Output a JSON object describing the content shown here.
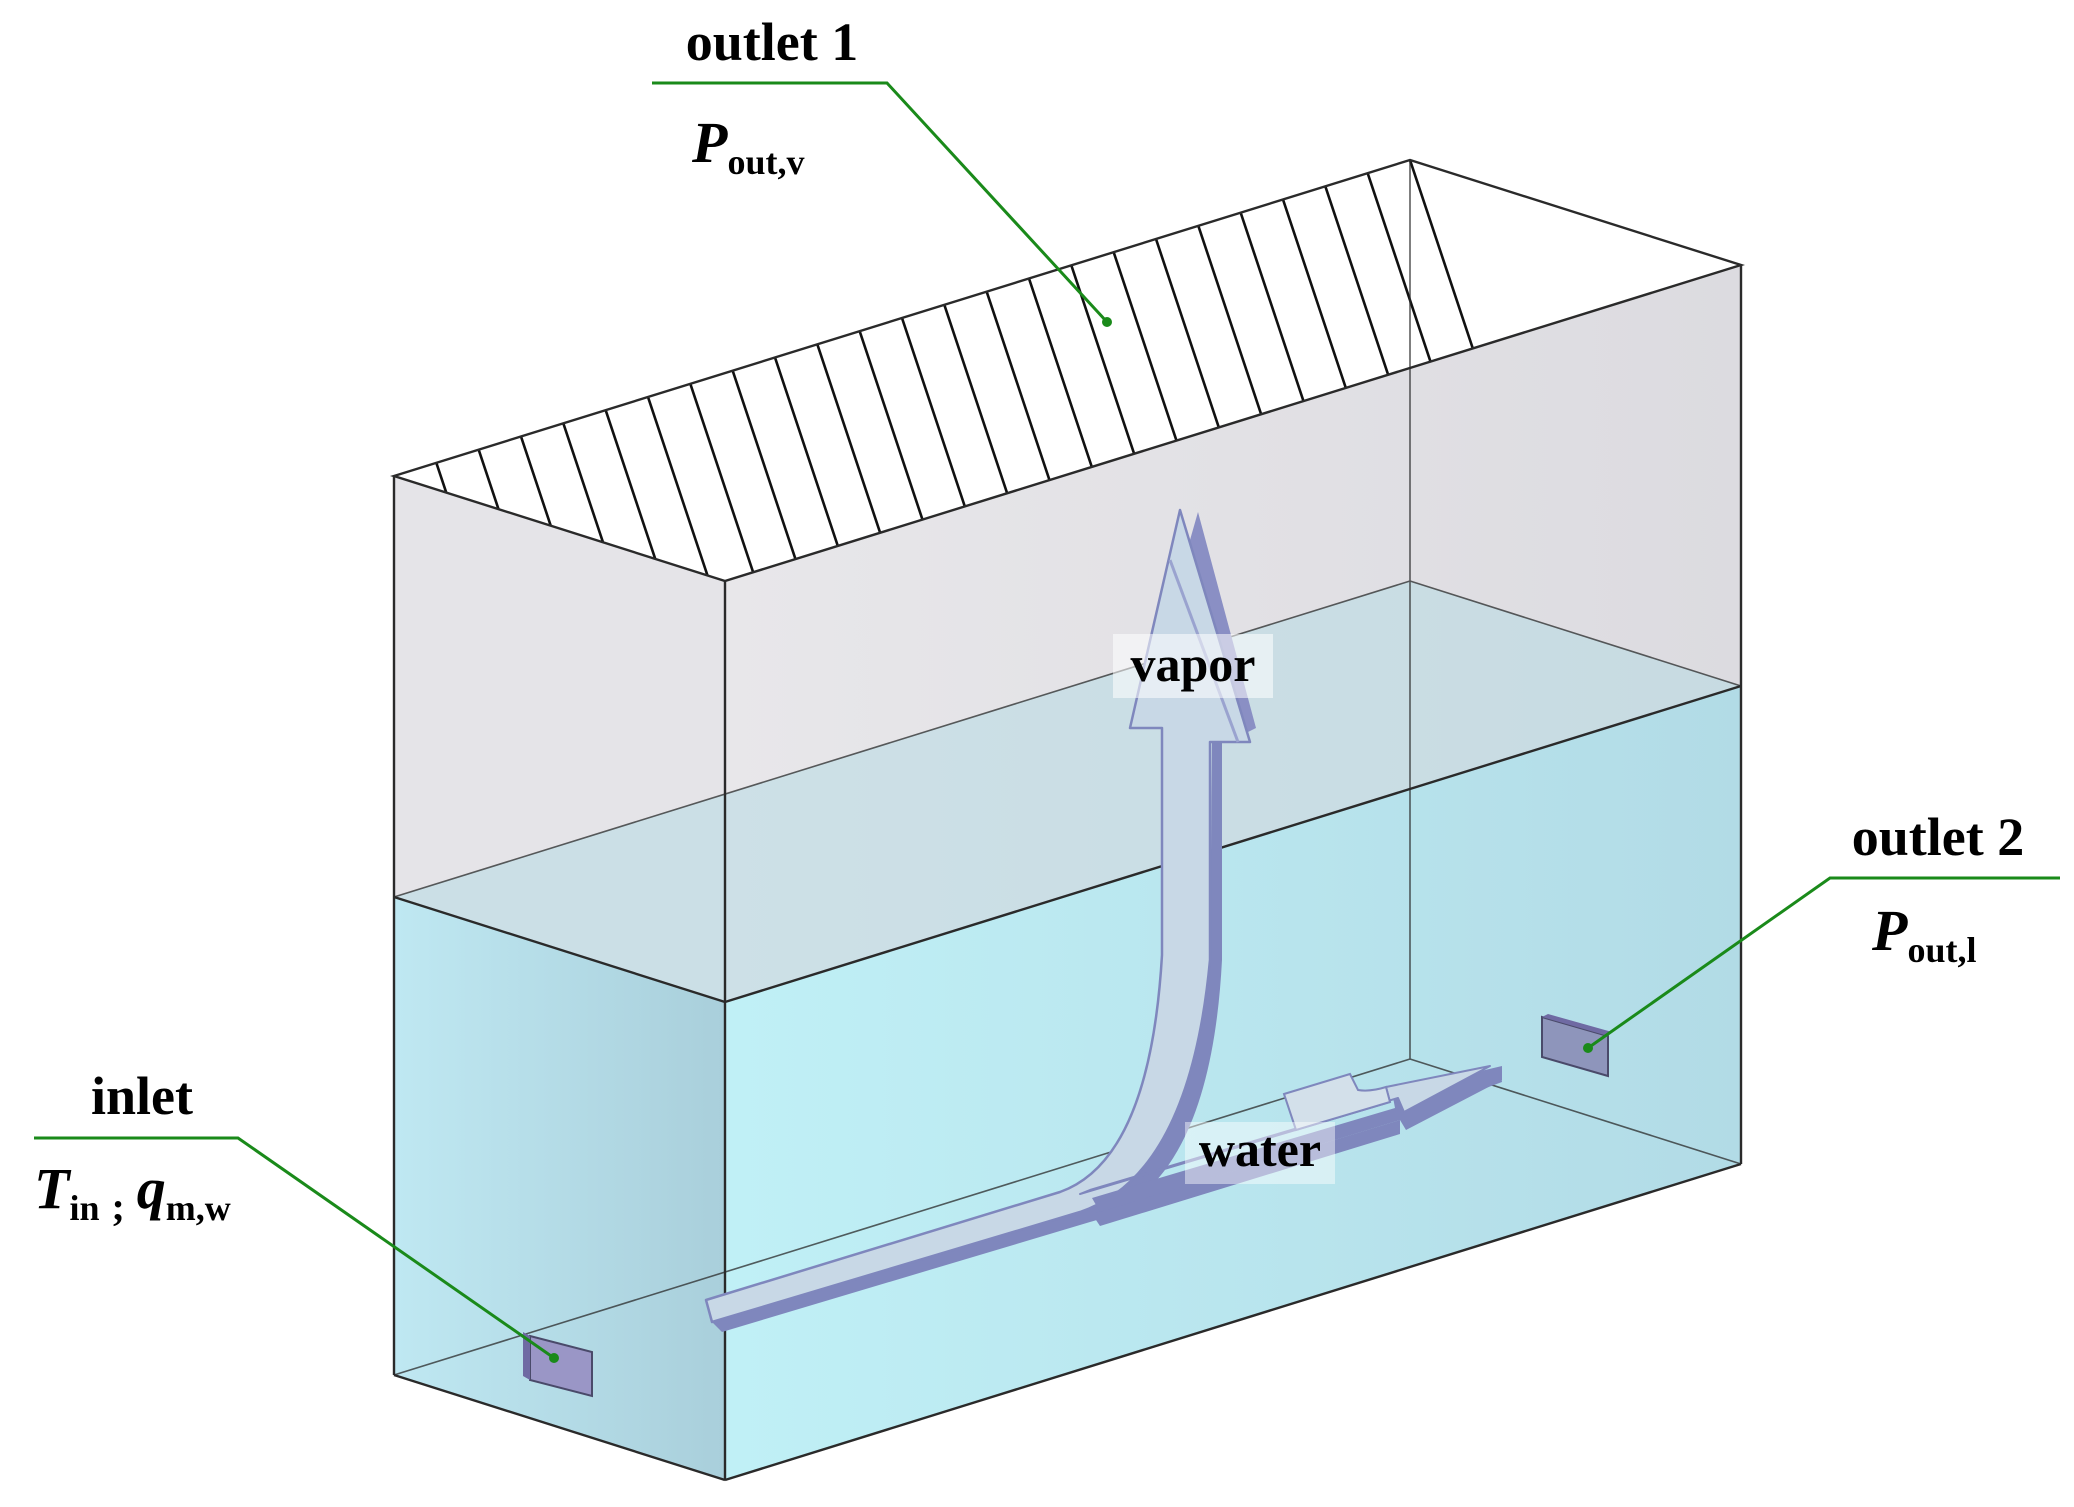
{
  "labels": {
    "outlet1": {
      "name": "outlet 1",
      "symbol": "P",
      "subscript": "out,v"
    },
    "outlet2": {
      "name": "outlet 2",
      "symbol": "P",
      "subscript": "out,l"
    },
    "inlet": {
      "name": "inlet",
      "symbol1": "T",
      "subscript1": "in",
      "separator": ";",
      "symbol2": "q",
      "subscript2": "m,w"
    }
  },
  "flows": {
    "vapor": "vapor",
    "water": "water"
  },
  "colors": {
    "water": "#b4e6ee",
    "vapor": "#e4e3e8",
    "arrow": "#c2d3e4",
    "arrow_edge": "#7f87bd",
    "port": "#9a96c6",
    "leader": "#1a8a1a",
    "edge": "#2a2a2a"
  }
}
